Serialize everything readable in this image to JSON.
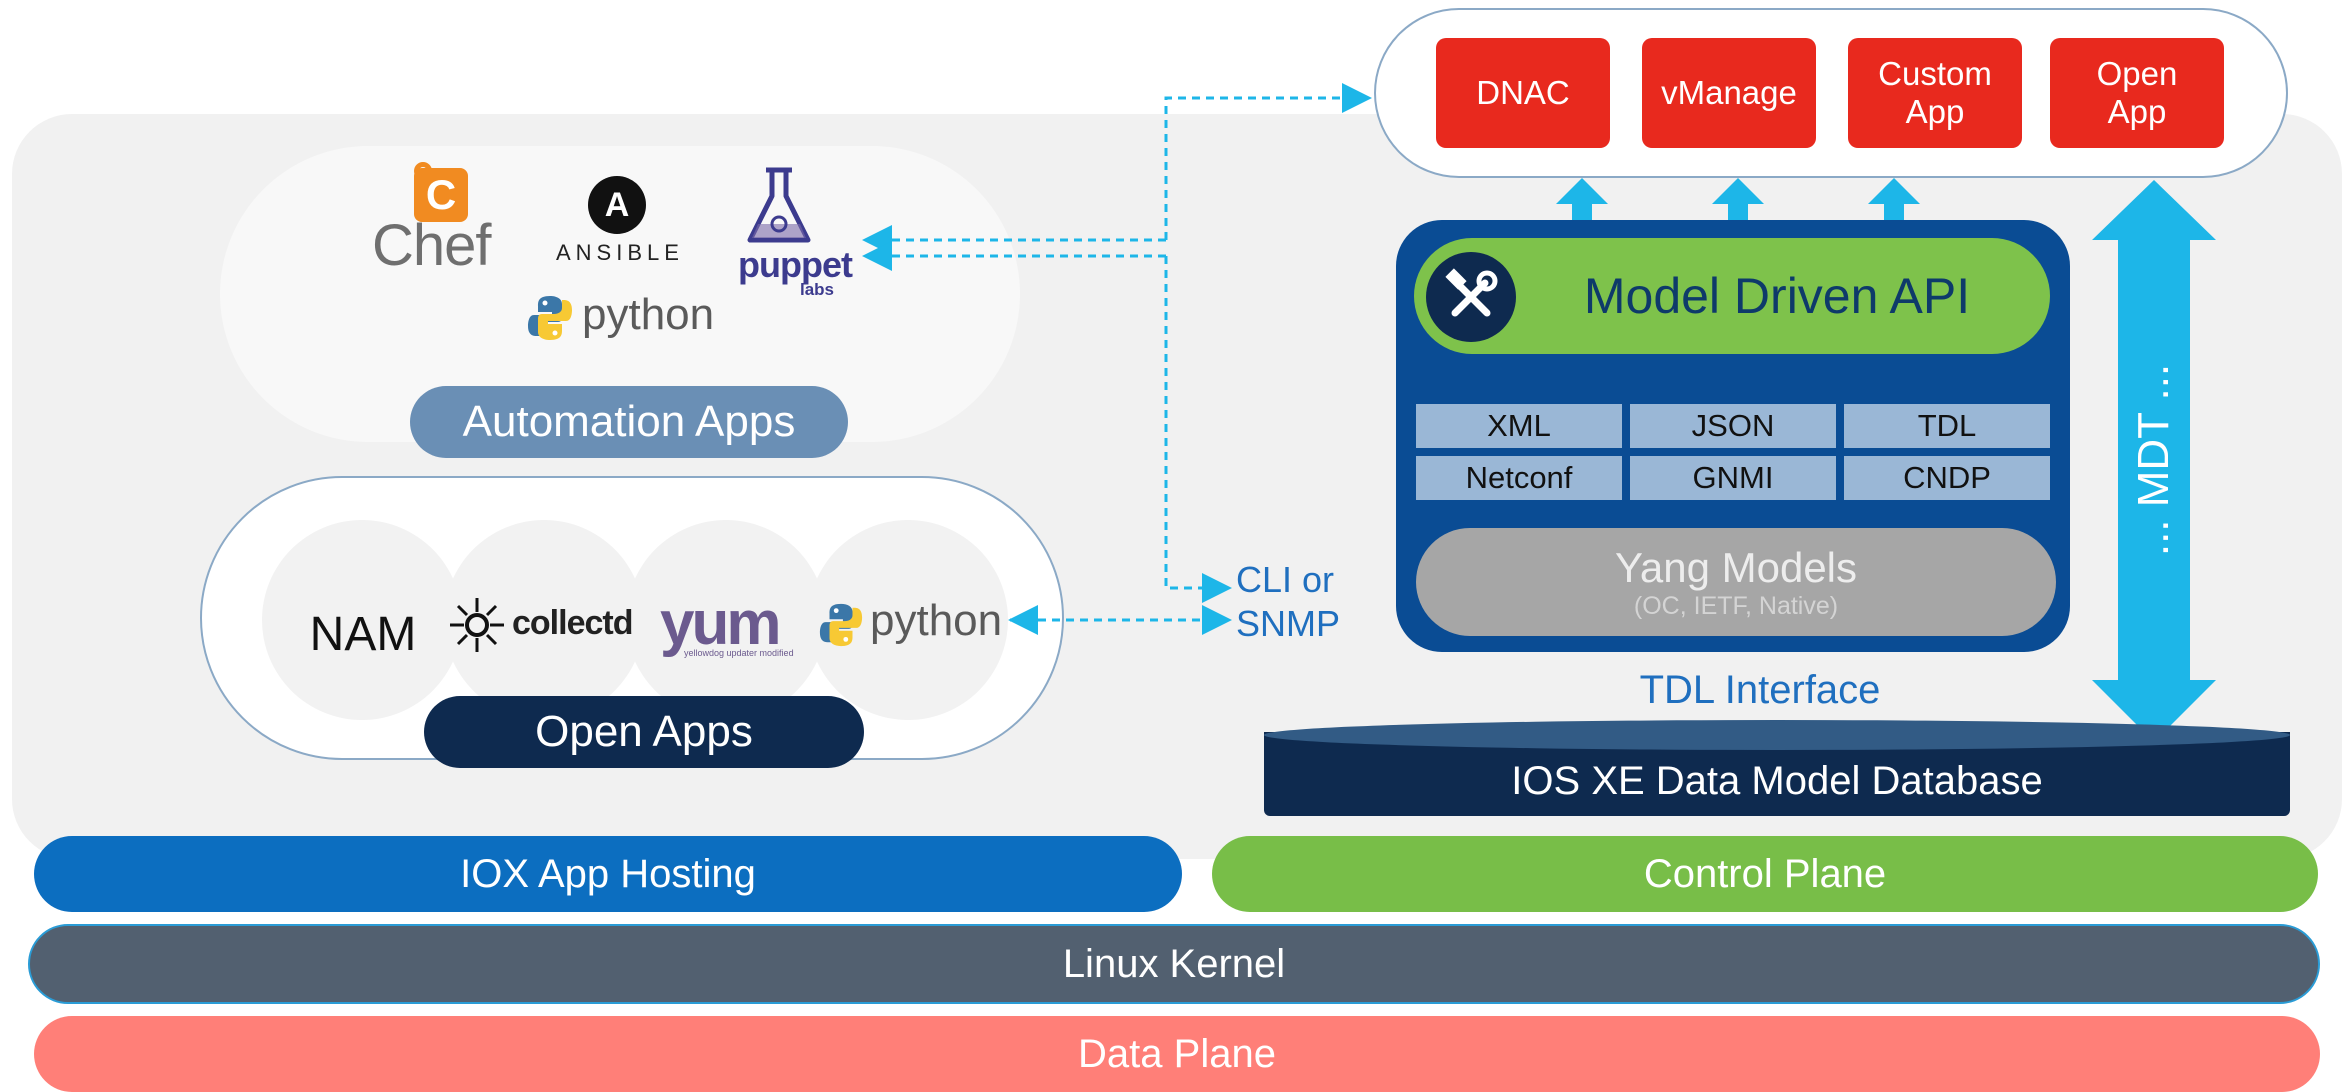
{
  "automation": {
    "logos": {
      "chef": "Chef",
      "chef_mark": "C",
      "ansible": "ANSIBLE",
      "ansible_mark": "A",
      "puppet": "puppet",
      "puppet_labs": "labs",
      "python": "python"
    },
    "label": "Automation Apps"
  },
  "open_apps": {
    "nam": "NAM",
    "collectd": "collectd",
    "yum": "yum",
    "yum_sub": "yellowdog updater modified",
    "python": "python",
    "label": "Open Apps"
  },
  "cli": {
    "line1": "CLI or",
    "line2": "SNMP"
  },
  "top_apps": [
    {
      "label": "DNAC"
    },
    {
      "label": "vManage"
    },
    {
      "label": "Custom App"
    },
    {
      "label": "Open App"
    }
  ],
  "api": {
    "title": "Model Driven API",
    "grid": [
      [
        "XML",
        "JSON",
        "TDL"
      ],
      [
        "Netconf",
        "GNMI",
        "CNDP"
      ]
    ],
    "yang_title": "Yang Models",
    "yang_sub": "(OC, IETF, Native)"
  },
  "mdt": "... MDT ...",
  "tdl_interface": "TDL Interface",
  "database": "IOS XE Data Model Database",
  "bars": {
    "iox": "IOX App Hosting",
    "control": "Control Plane",
    "kernel": "Linux Kernel",
    "data": "Data Plane"
  },
  "colors": {
    "red": "#e8291e",
    "api_blue": "#0a4c94",
    "api_green": "#7ec24b",
    "arrow_cyan": "#1db6e8",
    "navy": "#0e2a4f",
    "iox_blue": "#0c6ec0",
    "kernel_grey": "#526070",
    "data_pink": "#ff7f78"
  },
  "icons": [
    "chef-logo",
    "ansible-logo",
    "puppet-logo",
    "python-logo",
    "collectd-logo",
    "yum-logo",
    "tools-icon"
  ]
}
